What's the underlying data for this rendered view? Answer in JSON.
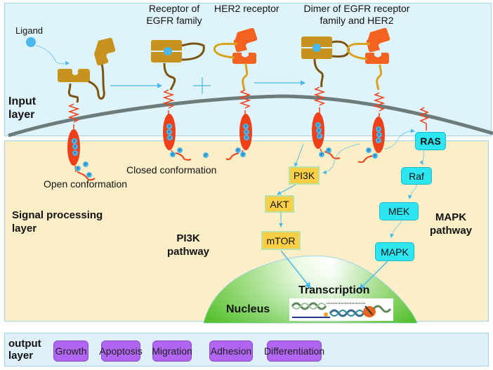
{
  "layers": {
    "input": "Input\nlayer",
    "input_line1": "Input",
    "input_line2": "layer",
    "signal_line1": "Signal processing",
    "signal_line2": "layer",
    "output_line1": "output",
    "output_line2": "layer"
  },
  "labels": {
    "ligand": "Ligand",
    "egfr_line1": "Receptor of",
    "egfr_line2": "EGFR family",
    "her2": "HER2 receptor",
    "dimer_line1": "Dimer of EGFR receptor",
    "dimer_line2": "family and HER2",
    "open_conformation": "Open conformation",
    "closed_conformation": "Closed conformation",
    "pi3k_pathway_line1": "PI3K",
    "pi3k_pathway_line2": "pathway",
    "mapk_pathway_line1": "MAPK",
    "mapk_pathway_line2": "pathway",
    "transcription": "Transcription",
    "nucleus": "Nucleus",
    "phosphate": "P"
  },
  "pi3k_nodes": [
    "PI3K",
    "AKT",
    "mTOR"
  ],
  "mapk_nodes": [
    "RAS",
    "Raf",
    "MEK",
    "MAPK"
  ],
  "outputs": [
    "Growth",
    "Apoptosis",
    "Migration",
    "Adhesion",
    "Differentiation"
  ],
  "colors": {
    "egfr": "#c8921e",
    "egfr_linker": "#7a5410",
    "her2": "#f4621f",
    "her2_linker": "#d9a21e",
    "transmembrane": "#f0401a",
    "ligand": "#4ab8ec",
    "membrane": "#6e7b7b",
    "pi3k_node": "#fbcf45",
    "mapk_node": "#2ee6f2",
    "output_node": "#b066f0",
    "nucleus": "#6dd638",
    "arrow": "#4ab8ec"
  }
}
